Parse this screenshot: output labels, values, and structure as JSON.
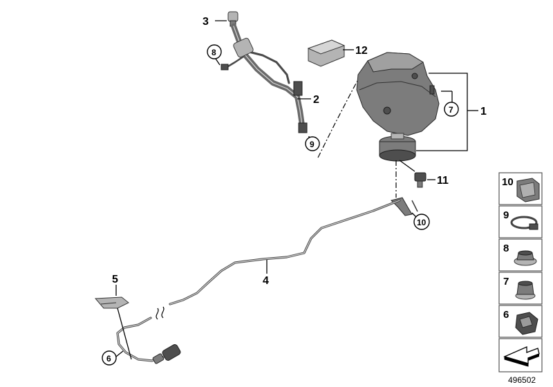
{
  "callouts": {
    "c1": "1",
    "c2": "2",
    "c3": "3",
    "c4": "4",
    "c5": "5",
    "c6": "6",
    "c7": "7",
    "c8": "8",
    "c9": "9",
    "c10": "10",
    "c11": "11",
    "c12": "12"
  },
  "sidebar": {
    "items": [
      {
        "label": "10"
      },
      {
        "label": "9"
      },
      {
        "label": "8"
      },
      {
        "label": "7"
      },
      {
        "label": "6"
      }
    ]
  },
  "doc_number": "496502",
  "colors": {
    "line": "#000000",
    "part_gray": "#7c7c7c",
    "part_dark": "#4e4e4e",
    "frame_gray": "#555555"
  }
}
